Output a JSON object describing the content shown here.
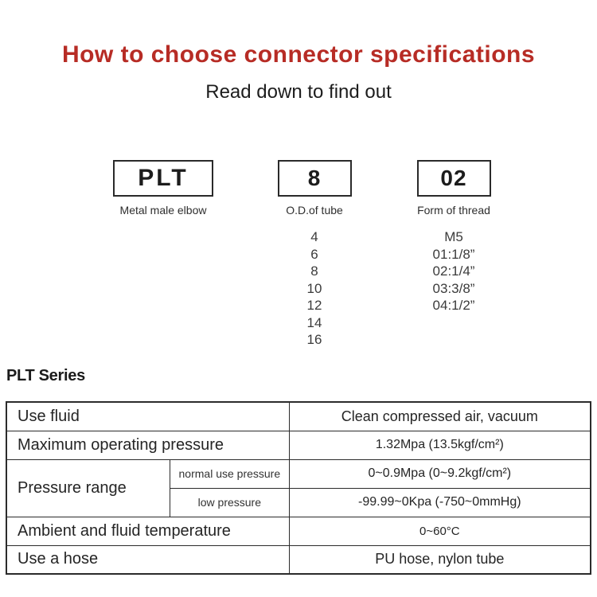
{
  "header": {
    "title": "How to choose connector specifications",
    "subtitle": "Read down to find out"
  },
  "selector": {
    "model": {
      "code": "PLT",
      "label": "Metal male elbow"
    },
    "tube": {
      "code": "8",
      "label": "O.D.of tube",
      "options": [
        "4",
        "6",
        "8",
        "10",
        "12",
        "14",
        "16"
      ]
    },
    "thread": {
      "code": "02",
      "label": "Form of thread",
      "options": [
        "M5",
        "01:1/8”",
        "02:1/4”",
        "03:3/8”",
        "04:1/2”"
      ]
    }
  },
  "series": {
    "title": "PLT Series"
  },
  "spec_table": {
    "use_fluid": {
      "label": "Use fluid",
      "value": "Clean compressed air, vacuum"
    },
    "max_pressure": {
      "label": "Maximum operating pressure",
      "value": "1.32Mpa (13.5kgf/cm²)"
    },
    "pressure_range": {
      "label": "Pressure range",
      "normal": {
        "label": "normal use pressure",
        "value": "0~0.9Mpa (0~9.2kgf/cm²)"
      },
      "low": {
        "label": "low pressure",
        "value": "-99.99~0Kpa (-750~0mmHg)"
      }
    },
    "temperature": {
      "label": "Ambient and fluid temperature",
      "value": "0~60°C"
    },
    "hose": {
      "label": "Use a hose",
      "value": "PU hose, nylon tube"
    }
  },
  "colors": {
    "accent_red": "#b72c25",
    "row_beige": "#f3ecde",
    "border_dark": "#2b2b2b"
  }
}
